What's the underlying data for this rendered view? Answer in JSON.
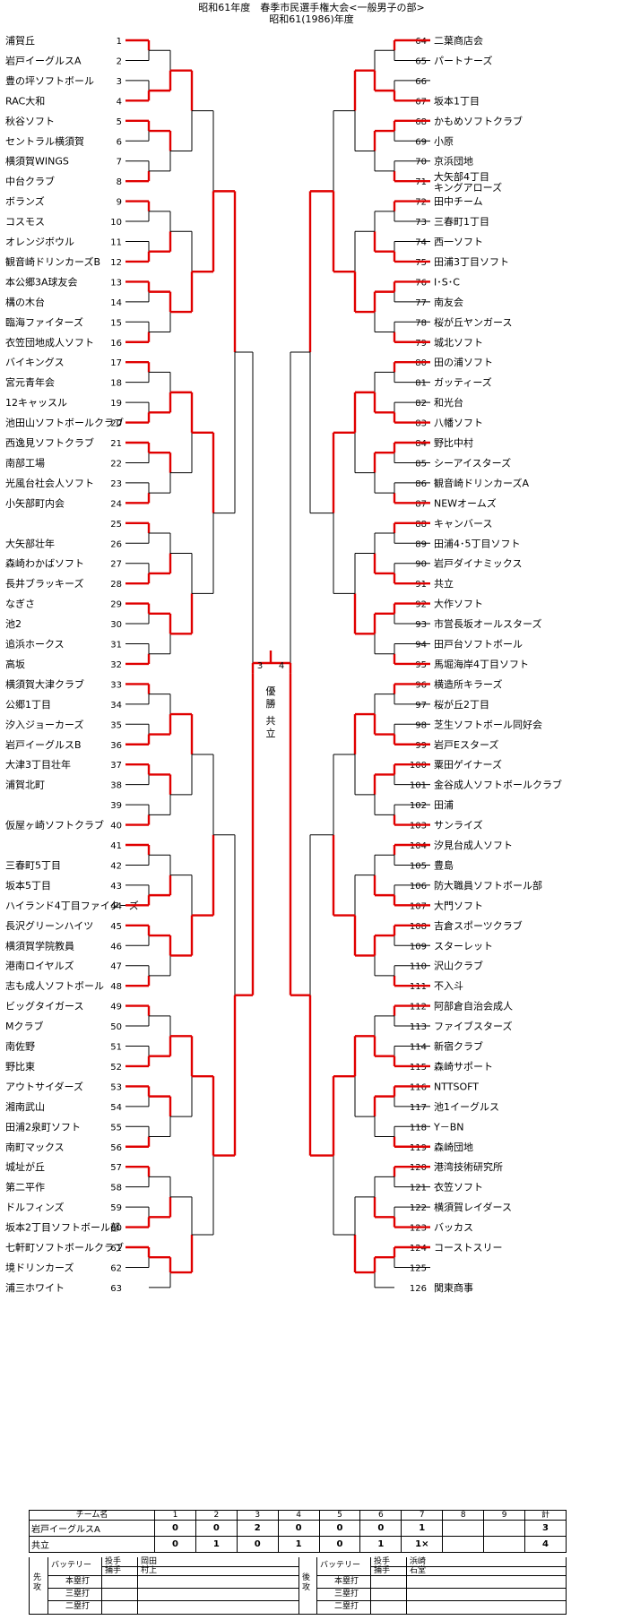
{
  "header": {
    "title": "昭和61年度　春季市民選手権大会<一般男子の部>",
    "subtitle": "昭和61(1986)年度"
  },
  "teams_left": [
    "浦賀丘",
    "岩戸イーグルスA",
    "豊の坪ソフトボール",
    "RAC大和",
    "秋谷ソフト",
    "セントラル横須賀",
    "横須賀WINGS",
    "中台クラブ",
    "ボランズ",
    "コスモス",
    "オレンジボウル",
    "観音崎ドリンカーズB",
    "本公郷3A球友会",
    "構の木台",
    "臨海ファイターズ",
    "衣笠団地成人ソフト",
    "バイキングス",
    "宮元青年会",
    "12キャッスル",
    "池田山ソフトボールクラブ",
    "西逸見ソフトクラブ",
    "南部工場",
    "光風台社会人ソフト",
    "小矢部町内会",
    "",
    "大矢部壮年",
    "森崎わかばソフト",
    "長井ブラッキーズ",
    "なぎさ",
    "池2",
    "追浜ホークス",
    "高坂",
    "横須賀大津クラブ",
    "公郷1丁目",
    "汐入ジョーカーズ",
    "岩戸イーグルスB",
    "大津3丁目壮年",
    "浦賀北町",
    "",
    "仮屋ヶ崎ソフトクラブ",
    "",
    "三春町5丁目",
    "坂本5丁目",
    "ハイランド4丁目ファイターズ",
    "長沢グリーンハイツ",
    "横須賀学院教員",
    "港南ロイヤルズ",
    "志も成人ソフトボール",
    "ビッグタイガース",
    "Mクラブ",
    "南佐野",
    "野比東",
    "アウトサイダーズ",
    "湘南武山",
    "田浦2泉町ソフト",
    "南町マックス",
    "城址が丘",
    "第二平作",
    "ドルフィンズ",
    "坂本2丁目ソフトボール部",
    "七軒町ソフトボールクラブ",
    "境ドリンカーズ",
    "浦三ホワイト"
  ],
  "teams_right": [
    "二葉商店会",
    "パートナーズ",
    "",
    "坂本1丁目",
    "かもめソフトクラブ",
    "小原",
    "京浜団地",
    "大矢部4丁目キングアローズ",
    "田中チーム",
    "三春町1丁目",
    "西一ソフト",
    "田浦3丁目ソフト",
    "I･S･C",
    "南友会",
    "桜が丘ヤンガース",
    "城北ソフト",
    "田の浦ソフト",
    "ガッティーズ",
    "和光台",
    "八幡ソフト",
    "野比中村",
    "シーアイスターズ",
    "観音崎ドリンカーズA",
    "NEWオームズ",
    "キャンバース",
    "田浦4･5丁目ソフト",
    "岩戸ダイナミックス",
    "共立",
    "大作ソフト",
    "市営長坂オールスターズ",
    "田戸台ソフトボール",
    "馬堀海岸4丁目ソフト",
    "横造所キラーズ",
    "桜が丘2丁目",
    "芝生ソフトボール同好会",
    "岩戸Eスターズ",
    "粟田ゲイナーズ",
    "金谷成人ソフトボールクラブ",
    "田浦",
    "サンライズ",
    "汐見台成人ソフト",
    "豊島",
    "防大職員ソフトボール部",
    "大門ソフト",
    "吉倉スポーツクラブ",
    "スターレット",
    "沢山クラブ",
    "不入斗",
    "阿部倉自治会成人",
    "ファイブスターズ",
    "新宿クラブ",
    "森崎サポート",
    "NTTSOFT",
    "池1イーグルス",
    "Y－BN",
    "森崎団地",
    "港湾技術研究所",
    "衣笠ソフト",
    "横須賀レイダース",
    "バッカス",
    "コーストスリー",
    "",
    "関東商事"
  ],
  "final": {
    "left_score": "3",
    "right_score": "4",
    "champion_label": "優勝",
    "champion": "共立"
  },
  "scoreboard": {
    "headers": [
      "チーム名",
      "1",
      "2",
      "3",
      "4",
      "5",
      "6",
      "7",
      "8",
      "9",
      "計"
    ],
    "rows": [
      [
        "岩戸イーグルスA",
        "0",
        "0",
        "2",
        "0",
        "0",
        "0",
        "1",
        "",
        "",
        "3"
      ],
      [
        "共立",
        "0",
        "1",
        "0",
        "1",
        "0",
        "1",
        "1×",
        "",
        "",
        "4"
      ]
    ]
  },
  "lineup": {
    "first_label": "先攻",
    "second_label": "後攻",
    "battery": "バッテリー",
    "pitcher": "投手",
    "catcher": "捕手",
    "hr": "本塁打",
    "triple": "三塁打",
    "double": "二塁打",
    "first_pitcher": "岡田",
    "first_catcher": "村上",
    "second_pitcher": "浜崎",
    "second_catcher": "石堂"
  }
}
